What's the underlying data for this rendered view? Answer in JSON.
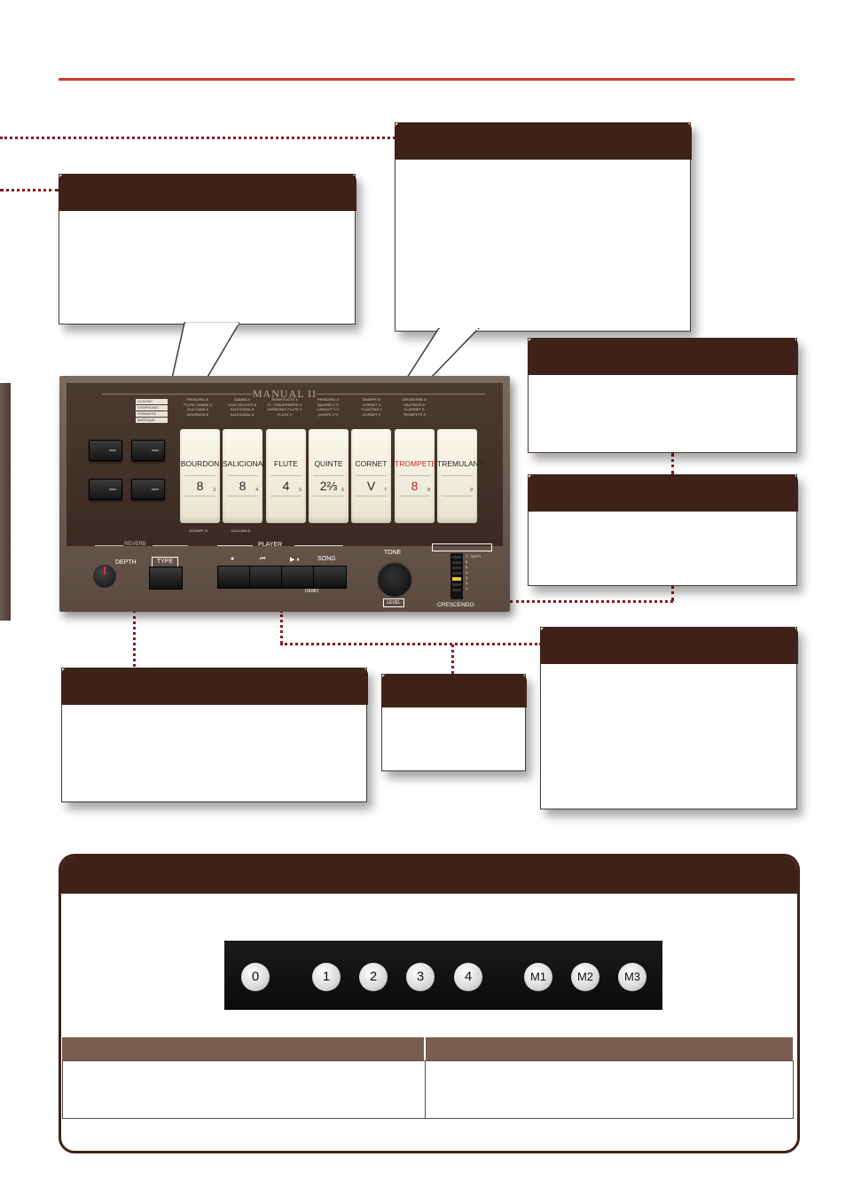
{
  "panel": {
    "title": "MANUAL II",
    "selectors": [
      "CLASSIC",
      "SYMPHONIC",
      "ROMANTIC",
      "BAROQUE"
    ],
    "stop_lists": [
      [
        "PRINCIPAL 8",
        "FLÛTE GAMBE 8",
        "DULCIANA 8",
        "BOURDON 8"
      ],
      [
        "GAMBA 8",
        "VOIX CÉLESTE 8",
        "SALICIONAL 8",
        "SALICIONAL 8"
      ],
      [
        "ROHR FLÖTE 4",
        "FL. TRAVERSIÈRE 4",
        "HARMONIC FLUTE 4",
        "FLUTE 4"
      ],
      [
        "PRINCIPAL 4",
        "NAZARD 2 ⅔",
        "LARIGOT 1 ⅓",
        "QUINTE 2 ⅔"
      ],
      [
        "SHARPF III",
        "CORNET II",
        "FLAUTINO 2",
        "CORNET V"
      ],
      [
        "CROMORNE 8",
        "HAUTBOIS 8",
        "CLARINET 8",
        "TROMPETE 8"
      ]
    ],
    "tabs": [
      {
        "name": "BOURDON",
        "value": "8",
        "index": "3",
        "color": "#222222"
      },
      {
        "name": "SALICIONAL",
        "value": "8",
        "index": "4",
        "color": "#222222"
      },
      {
        "name": "FLUTE",
        "value": "4",
        "index": "5",
        "color": "#222222"
      },
      {
        "name": "QUINTE",
        "value": "2⅔",
        "index": "6",
        "color": "#222222"
      },
      {
        "name": "CORNET",
        "value": "V",
        "index": "7",
        "color": "#222222"
      },
      {
        "name": "TROMPETE",
        "value": "8",
        "index": "8",
        "color": "#c0282a"
      },
      {
        "name": "TREMULANT",
        "value": "",
        "index": "9",
        "color": "#222222"
      }
    ],
    "below_tabs": [
      "SCHARF IV",
      "DULCIAN 8"
    ],
    "reverb_label": "REVERB",
    "depth_label": "DEPTH",
    "type_label": "TYPE",
    "player_label": "PLAYER",
    "player_icons": [
      "●",
      "⏮",
      "▶ ⏸",
      "SONG"
    ],
    "demo_label": "DEMO",
    "tone_label": "TONE",
    "level_label": "LEVEL",
    "crescendo_label": "CRESCENDO",
    "crescendo_scale": [
      "7 - TUTTI",
      "6",
      "5",
      "4",
      "3",
      "2",
      "1"
    ],
    "crescendo_active": 4
  },
  "pistons": {
    "buttons": [
      "0",
      "1",
      "2",
      "3",
      "4",
      "M1",
      "M2",
      "M3"
    ]
  },
  "colors": {
    "header": "#3e2218",
    "accent_line": "#d53a2a",
    "dotted": "#8a1a1f",
    "table_header": "#7b5d50"
  }
}
